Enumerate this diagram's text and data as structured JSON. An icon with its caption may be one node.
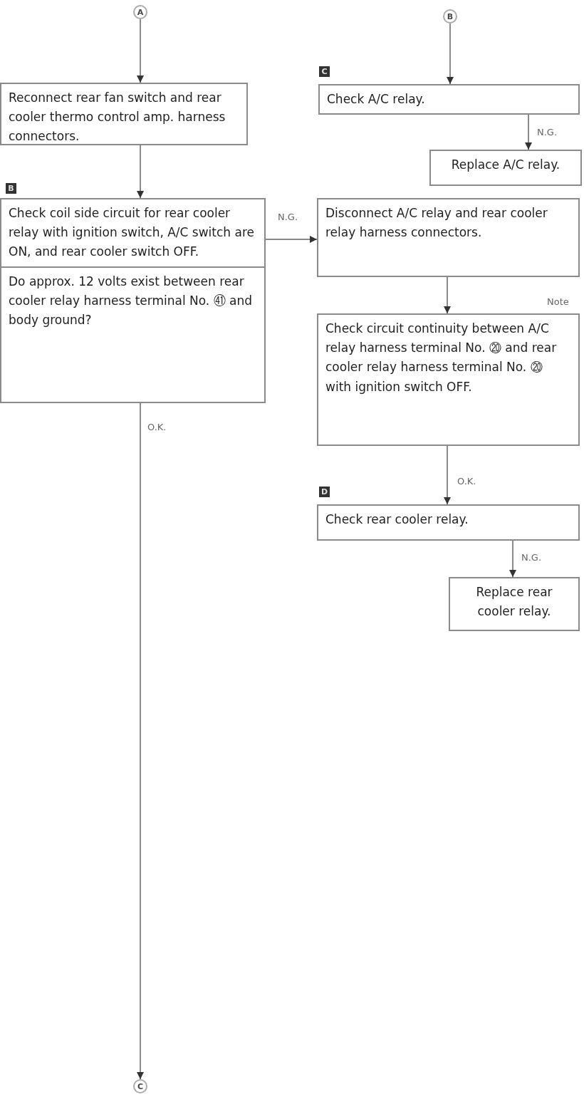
{
  "diagram": {
    "nodes": [
      {
        "text": [
          "A"
        ]
      },
      {
        "text": [
          "B"
        ]
      },
      {
        "text": [
          "Reconnect rear fan switch and rear cooler thermo control amp. harness connectors."
        ]
      },
      {
        "text": [
          "Check coil side circuit for rear cooler relay with ignition switch, A/C switch are ON, and rear cooler switch OFF.",
          "Do approx. 12 volts exist between rear cooler relay harness terminal No. ㊶ and body ground?"
        ],
        "beside": [
          "B"
        ]
      },
      {
        "text": [
          "Check A/C relay."
        ],
        "beside": [
          "C"
        ]
      },
      {
        "text": [
          "Replace A/C relay."
        ]
      },
      {
        "text": [
          "Disconnect A/C relay and rear cooler relay harness connectors."
        ]
      },
      {
        "text": [
          "Check circuit continuity between A/C relay harness terminal No. ⑳ and rear cooler relay harness terminal No. ⑳ with ignition switch OFF."
        ],
        "beside": [
          "Note"
        ]
      },
      {
        "text": [
          "Check rear cooler relay."
        ],
        "beside": [
          "D"
        ]
      },
      {
        "text": [
          "Replace rear cooler relay."
        ]
      },
      {
        "text": [
          "C"
        ]
      }
    ],
    "edges": [
      {
        "from": 0,
        "to": 2,
        "arrow": "to"
      },
      {
        "from": 2,
        "to": 3,
        "arrow": "to"
      },
      {
        "from": 3,
        "to": 6,
        "arrow": "to",
        "label": "N.G."
      },
      {
        "from": 3,
        "to": 10,
        "arrow": "to",
        "label": "O.K."
      },
      {
        "from": 1,
        "to": 4,
        "arrow": "to"
      },
      {
        "from": 4,
        "to": 5,
        "arrow": "to",
        "label": "N.G."
      },
      {
        "from": 6,
        "to": 7,
        "arrow": "to"
      },
      {
        "from": 7,
        "to": 8,
        "arrow": "to",
        "label": "O.K."
      },
      {
        "from": 8,
        "to": 9,
        "arrow": "to",
        "label": "N.G."
      }
    ]
  }
}
